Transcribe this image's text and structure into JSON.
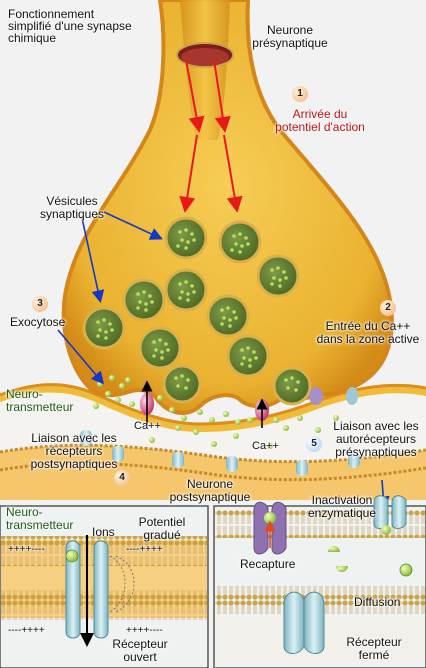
{
  "title": "Fonctionnement simplifié d'une synapse chimique",
  "labels": {
    "presynaptic_neuron": "Neurone présynaptique",
    "postsynaptic_neuron": "Neurone postsynaptique",
    "step1_action_potential": "Arrivée du potentiel d'action",
    "synaptic_vesicles": "Vésicules synaptiques",
    "exocytosis": "Exocytose",
    "neurotransmitter_top": "Neuro-transmetteur",
    "calcium_entry": "Entrée du Ca++ dans la zone active",
    "calcium_ion_left": "Ca++",
    "calcium_ion_right": "Ca++",
    "postsynaptic_binding": "Liaison avec les récepteurs postsynaptiques",
    "autoreceptor_binding": "Liaison avec les autorécepteurs présynaptiques",
    "neurotransmitter_inset": "Neuro-transmetteur",
    "ions": "Ions",
    "graded_potential": "Potentiel gradué",
    "open_receptor": "Récepteur ouvert",
    "enzymatic_inactivation": "Inactivation enzymatique",
    "reuptake": "Recapture",
    "diffusion": "Diffusion",
    "closed_receptor": "Récepteur fermé",
    "charges_top_left": "++++----",
    "charges_top_right": "----++++",
    "charges_bottom_left": "----++++",
    "charges_bottom_right": "++++----"
  },
  "steps": [
    "1",
    "2",
    "3",
    "4",
    "5"
  ],
  "colors": {
    "membrane": "#e8a21e",
    "cytoplasm": "#f0bb3a",
    "vesicle": "#6f8a3c",
    "arrow_action_potential": "#e81818",
    "arrow_pointer": "#1238c8",
    "receptor": "#a9d6e0",
    "transporter": "#8e72b0",
    "badge_orange": "#f2b176",
    "badge_blue": "#9fd1f2"
  }
}
